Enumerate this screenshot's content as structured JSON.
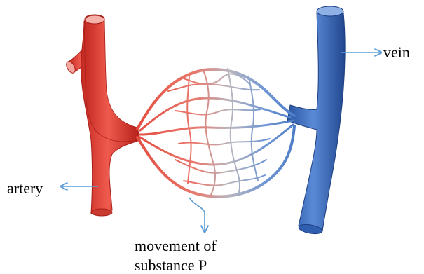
{
  "labels": {
    "vein": "vein",
    "artery": "artery",
    "movement_line1": "movement of",
    "movement_line2": "substance P"
  },
  "colors": {
    "artery": "#e8493f",
    "artery_dark": "#b8231c",
    "artery_light": "#f2857a",
    "vein": "#3f74c4",
    "vein_dark": "#21478e",
    "vein_light": "#7aa3de",
    "capillary_mid": "#b8b8c0",
    "arrow": "#5b9bd5"
  }
}
